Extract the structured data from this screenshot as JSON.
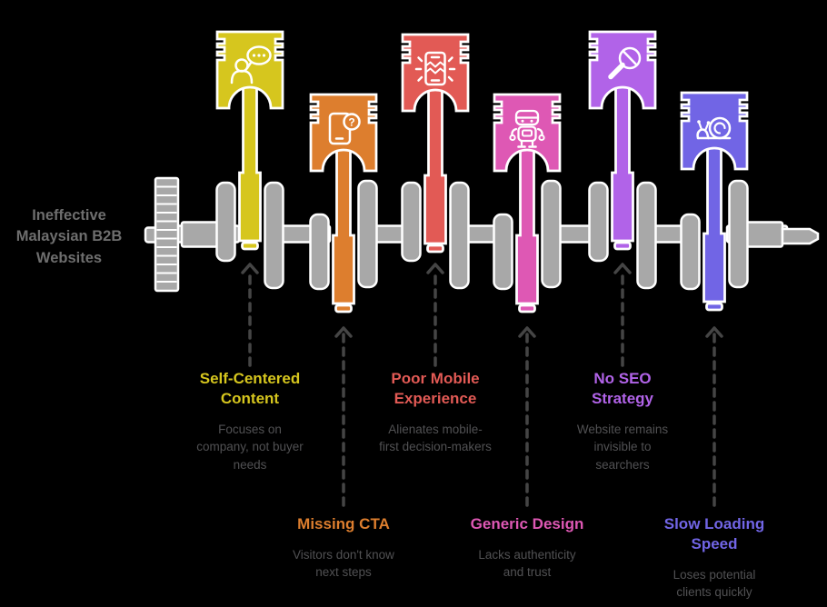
{
  "title": "Ineffective\nMalaysian B2B\nWebsites",
  "colors": {
    "background": "#000000",
    "crankshaft": "#a8a8a8",
    "outline": "#ffffff",
    "arrow": "#454545",
    "title_text": "#6e6e6e",
    "description_text": "#515153"
  },
  "problems": [
    {
      "label": "Self-Centered\nContent",
      "description": "Focuses on\ncompany, not buyer\nneeds",
      "color": "#d6c61e",
      "icon": "person-speech-bubble-icon",
      "row": "top"
    },
    {
      "label": "Missing CTA",
      "description": "Visitors don't know\nnext steps",
      "color": "#dd7e2e",
      "icon": "phone-question-icon",
      "row": "bottom"
    },
    {
      "label": "Poor Mobile\nExperience",
      "description": "Alienates mobile-\nfirst decision-makers",
      "color": "#e25a55",
      "icon": "cracked-phone-icon",
      "row": "top"
    },
    {
      "label": "Generic Design",
      "description": "Lacks authenticity\nand trust",
      "color": "#de58b4",
      "icon": "robot-icon",
      "row": "bottom"
    },
    {
      "label": "No SEO\nStrategy",
      "description": "Website remains\ninvisible to\nsearchers",
      "color": "#b163e8",
      "icon": "no-search-icon",
      "row": "top"
    },
    {
      "label": "Slow Loading\nSpeed",
      "description": "Loses potential\nclients quickly",
      "color": "#7165e5",
      "icon": "snail-icon",
      "row": "bottom"
    }
  ]
}
